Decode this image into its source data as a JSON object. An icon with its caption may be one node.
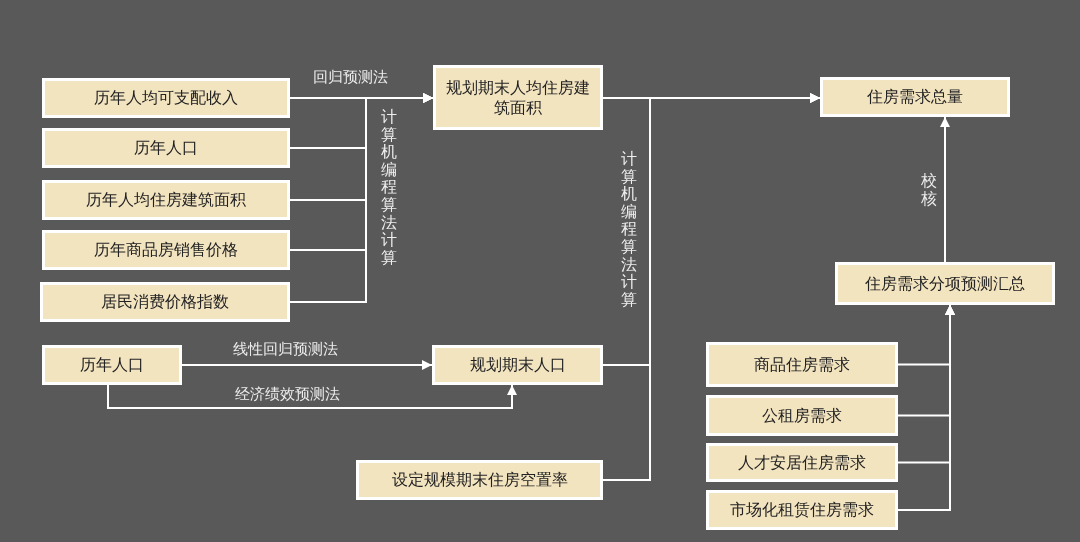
{
  "diagram": {
    "nodes": [
      {
        "text": [
          "历年人均可支配收入"
        ]
      },
      {
        "text": [
          "历年人口"
        ]
      },
      {
        "text": [
          "历年人均住房建筑面积"
        ]
      },
      {
        "text": [
          "历年商品房销售价格"
        ]
      },
      {
        "text": [
          "居民消费价格指数"
        ]
      },
      {
        "text": [
          "规划期末人均住房建筑面积"
        ]
      },
      {
        "text": [
          "住房需求总量"
        ]
      },
      {
        "text": [
          "住房需求分项预测汇总"
        ]
      },
      {
        "text": [
          "历年人口"
        ]
      },
      {
        "text": [
          "规划期末人口"
        ]
      },
      {
        "text": [
          "商品住房需求"
        ]
      },
      {
        "text": [
          "公租房需求"
        ]
      },
      {
        "text": [
          "人才安居住房需求"
        ]
      },
      {
        "text": [
          "市场化租赁住房需求"
        ]
      },
      {
        "text": [
          "设定规模期末住房空置率"
        ]
      }
    ],
    "edges": [
      {
        "from": 0,
        "to": 5,
        "arrow": "to",
        "label": "回归预测法"
      },
      {
        "from": 1,
        "to": 5,
        "arrow": "to"
      },
      {
        "from": 2,
        "to": 5,
        "arrow": "to"
      },
      {
        "from": 3,
        "to": 5,
        "arrow": "to"
      },
      {
        "from": 4,
        "to": 5,
        "arrow": "to"
      },
      {
        "from": 5,
        "to": 6,
        "arrow": "to"
      },
      {
        "from": 9,
        "to": 6,
        "arrow": "to"
      },
      {
        "from": 14,
        "to": 6,
        "arrow": "to"
      },
      {
        "from": 8,
        "to": 9,
        "arrow": "to",
        "label": "线性回归预测法"
      },
      {
        "from": 8,
        "to": 9,
        "arrow": "to",
        "label": "经济绩效预测法"
      },
      {
        "from": 7,
        "to": 6,
        "arrow": "to",
        "label": "校核"
      },
      {
        "from": 10,
        "to": 7,
        "arrow": "to"
      },
      {
        "from": 11,
        "to": 7,
        "arrow": "to"
      },
      {
        "from": 12,
        "to": 7,
        "arrow": "to"
      },
      {
        "from": 13,
        "to": 7,
        "arrow": "to"
      }
    ],
    "labels": [
      "计算机编程算法计算",
      "计算机编程算法计算"
    ]
  }
}
